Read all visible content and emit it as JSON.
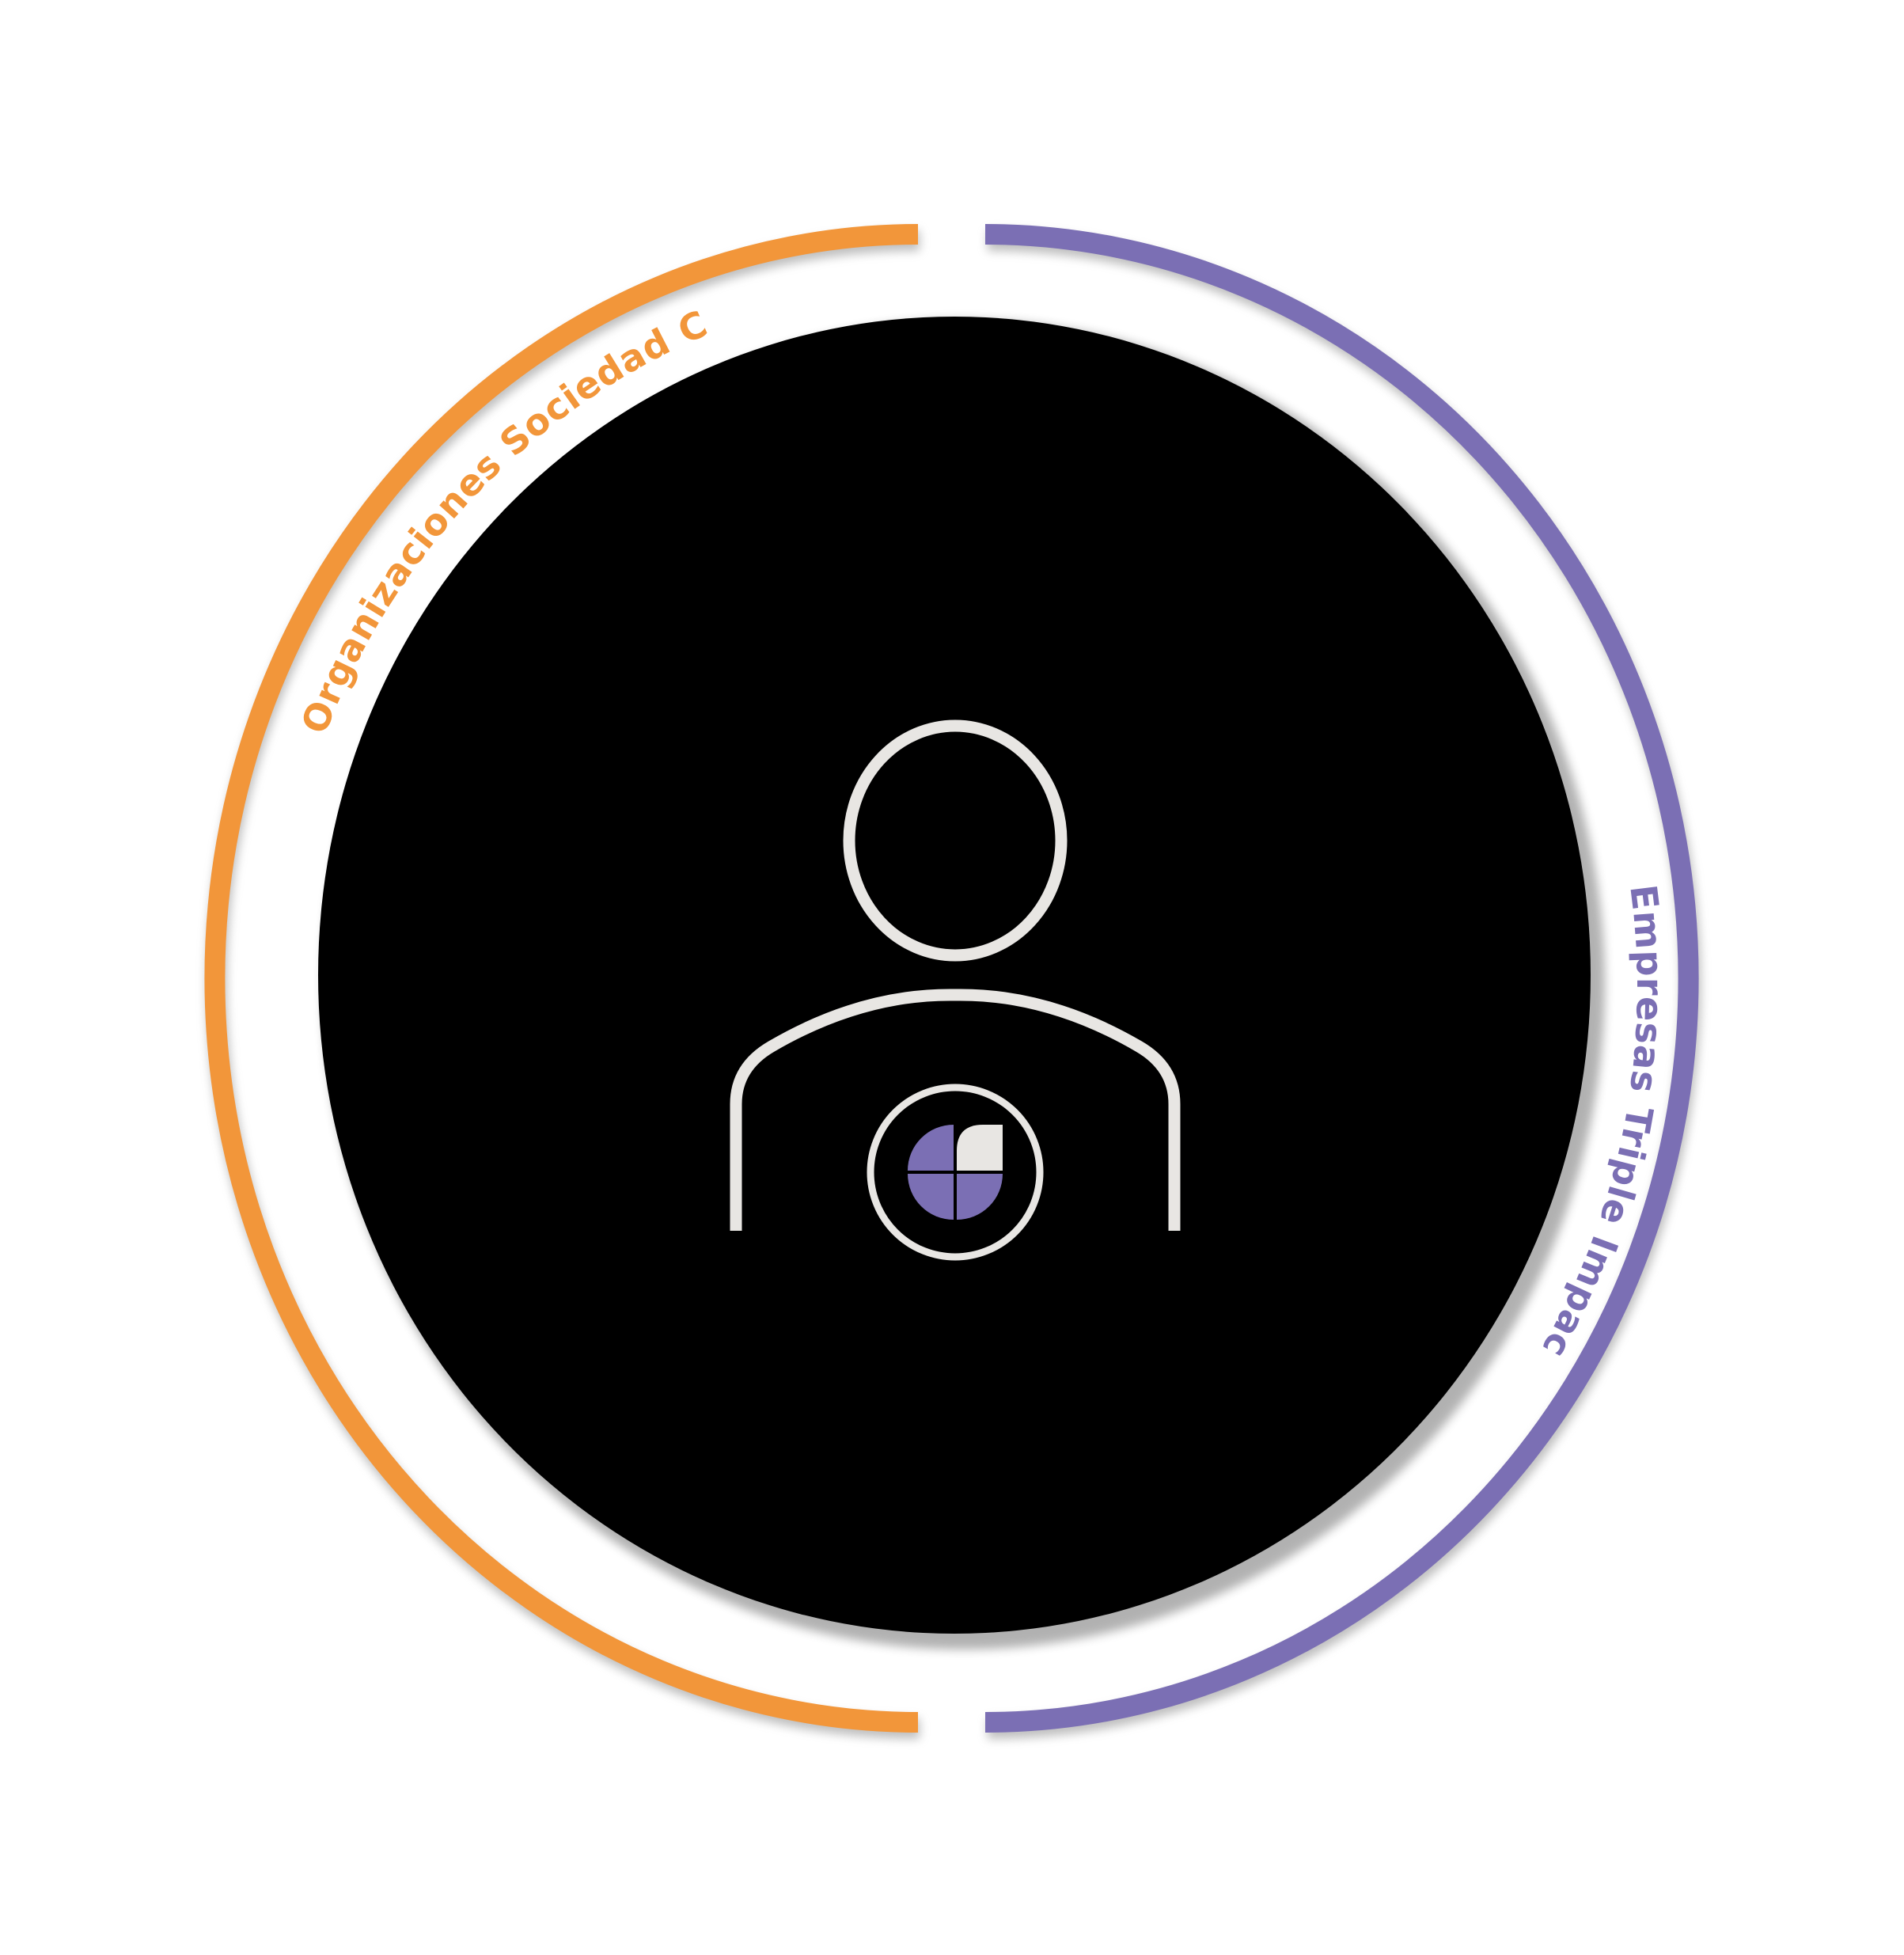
{
  "colors": {
    "background": "#ffffff",
    "disc": "#000000",
    "left_arc": "#f2963a",
    "right_arc": "#7b6fb4",
    "figure_outline": "#e8e6e3",
    "logo_purple": "#7b6fb4",
    "logo_light": "#e8e6e3",
    "shadow": "#8a8a8a"
  },
  "left_arc": {
    "label": "Organizaciones Sociedad Civil",
    "icon": "orange-arc"
  },
  "right_arc": {
    "label": "Empresas Triple Impacto",
    "icon": "purple-arc"
  },
  "center": {
    "icon": "person-outline-icon",
    "badge_icon": "quadrant-logo-icon"
  }
}
